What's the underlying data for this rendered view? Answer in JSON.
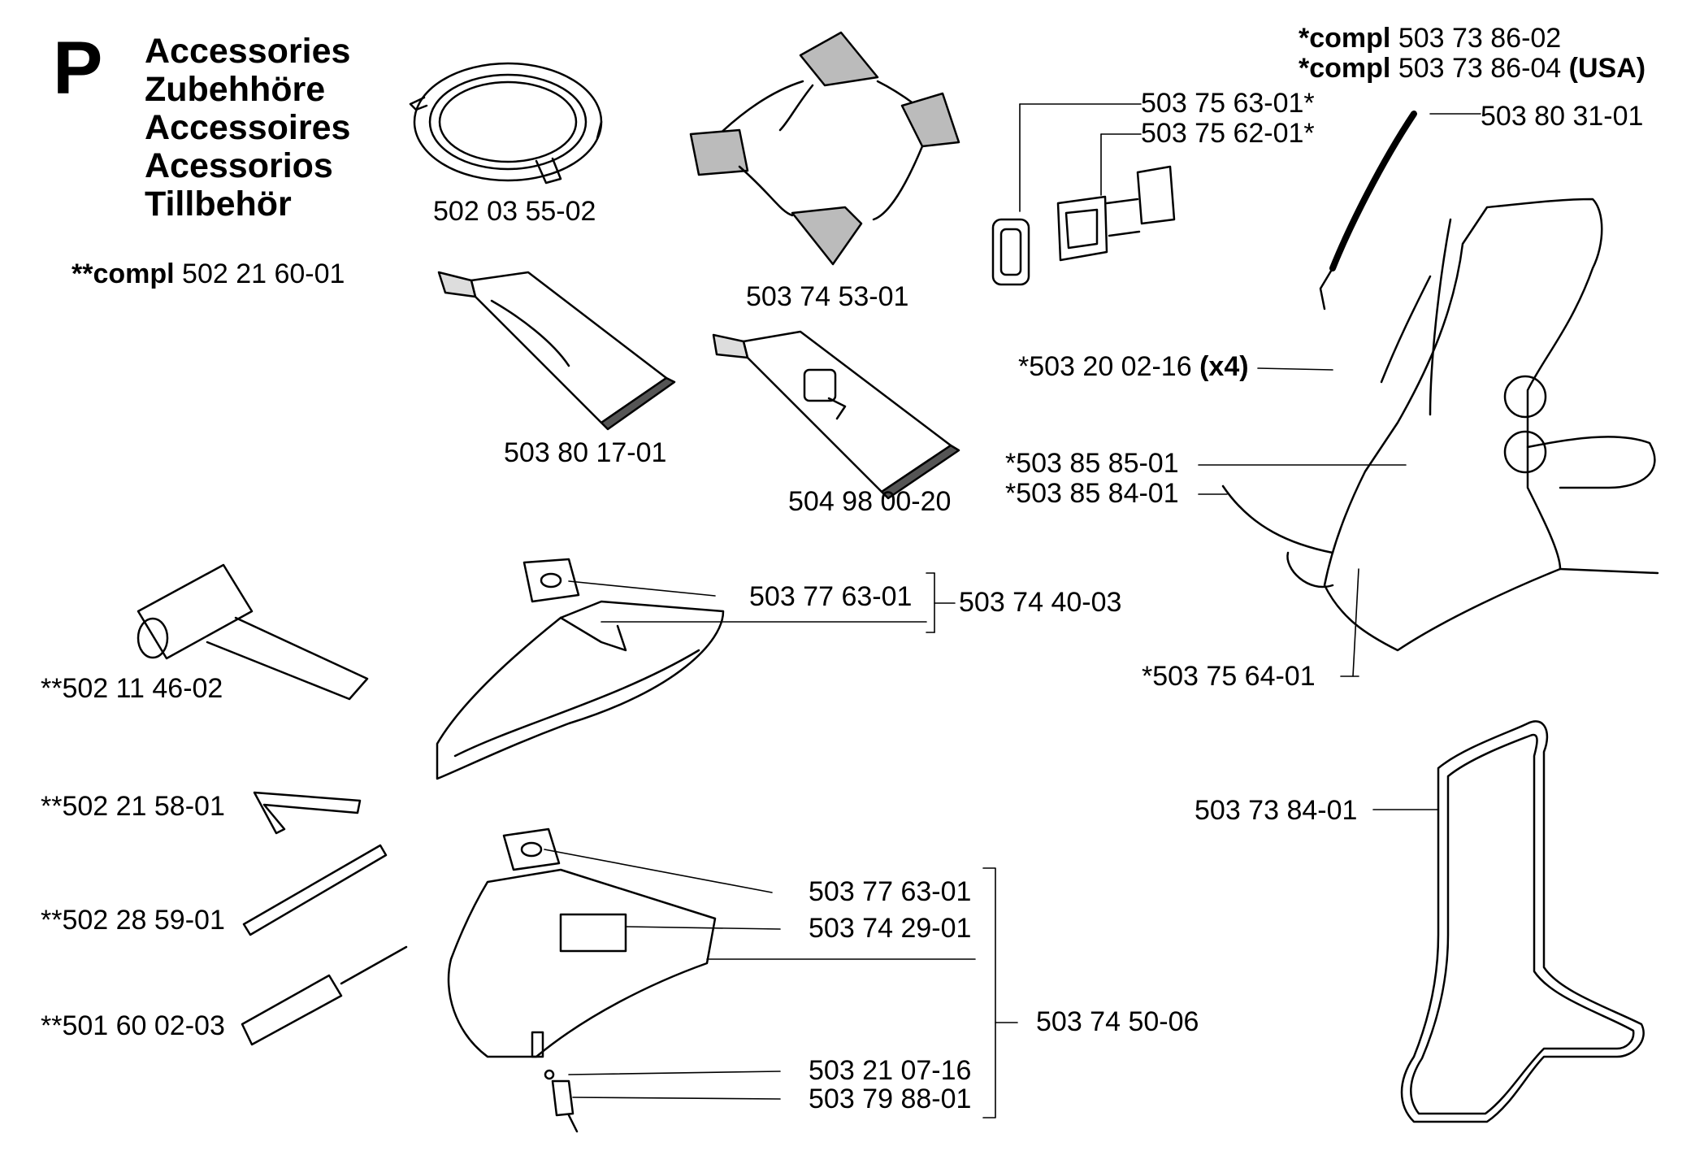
{
  "section_letter": "P",
  "headings": [
    "Accessories",
    "Zubehhöre",
    "Accessoires",
    "Acessorios",
    "Tillbehör"
  ],
  "compl_top_1": {
    "prefix": "*compl",
    "number": "503 73 86-02"
  },
  "compl_top_2": {
    "prefix": "*compl",
    "number": "503 73 86-04",
    "suffix": "(USA)"
  },
  "compl_left": {
    "prefix": "**compl",
    "number": "502 21 60-01"
  },
  "labels": {
    "line_guard_ring": "502 03 55-02",
    "harness_pad": "503 74 53-01",
    "grease_tube_1": "503 80 17-01",
    "grease_tube_2": "504 98 00-20",
    "clip_upper": "503 75 63-01*",
    "clip_lower": "503 75 62-01*",
    "strap_bar": "503 80 31-01",
    "screw": "*503 20 02-16",
    "screw_qty": "(x4)",
    "strap_85": "*503 85 85-01",
    "strap_84": "*503 85 84-01",
    "hook": "*503 75 64-01",
    "plate_1": "503 77 63-01",
    "guard_kit_1": "503 74 40-03",
    "combi_wrench": "**502 11 46-02",
    "hex_key": "**502 21 58-01",
    "rod": "**502 28 59-01",
    "screwdriver": "**501 60 02-03",
    "plate_2": "503 77 63-01",
    "decal": "503 74 29-01",
    "guard_kit_2": "503 74 50-06",
    "screw_small": "503 21 07-16",
    "knife": "503 79 88-01",
    "frame_strap": "503 73 84-01"
  }
}
